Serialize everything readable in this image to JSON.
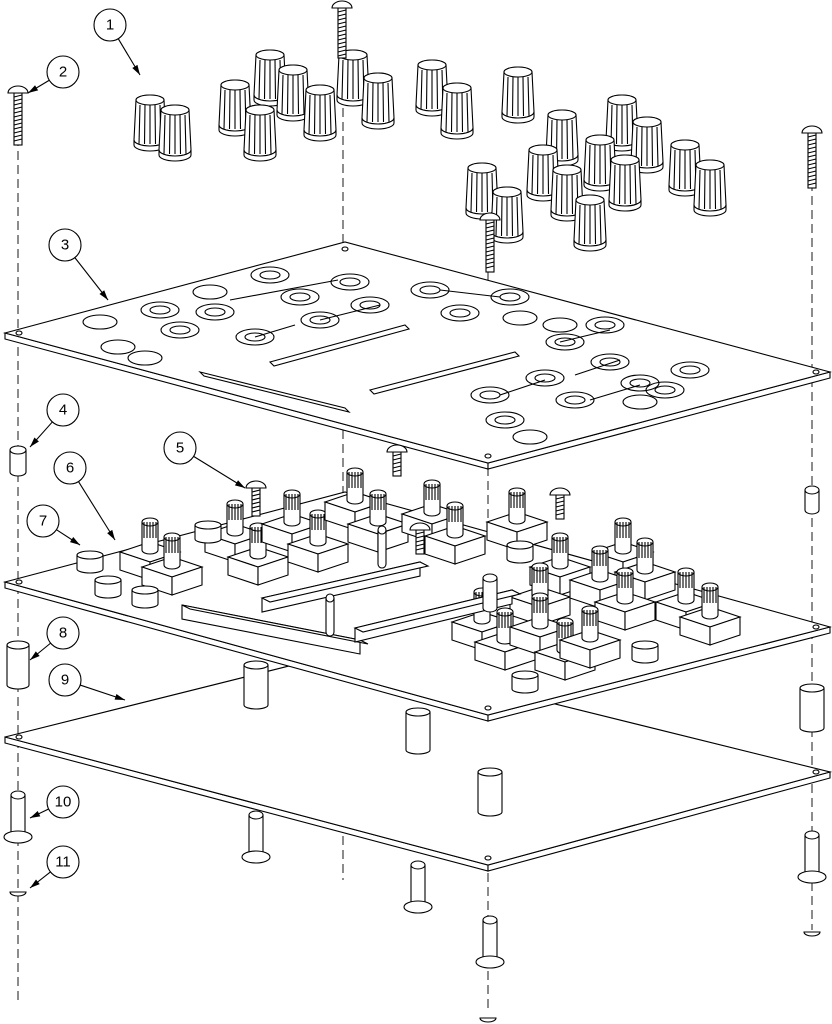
{
  "diagram": {
    "title": "Exploded assembly view",
    "callouts": [
      "1",
      "2",
      "3",
      "4",
      "5",
      "6",
      "7",
      "8",
      "9",
      "10",
      "11"
    ],
    "colors": {
      "line": "#000000",
      "background": "#ffffff",
      "fill": "#ffffff"
    }
  }
}
